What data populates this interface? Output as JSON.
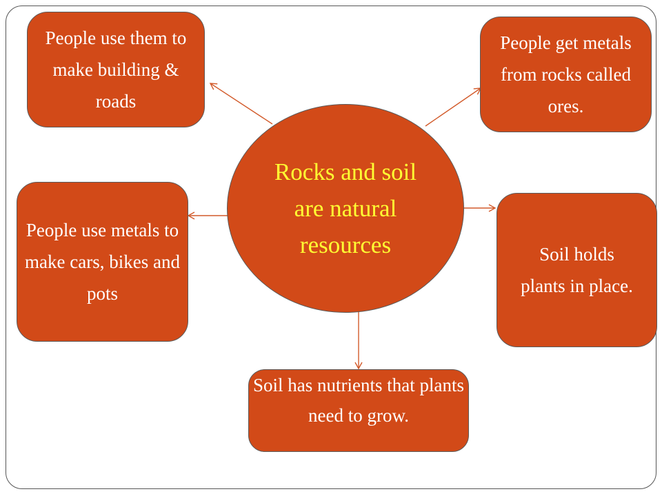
{
  "colors": {
    "fill": "#d24a18",
    "center_text": "#ffff33",
    "box_text": "#ffffff",
    "connector": "#d25a2a"
  },
  "center": {
    "text": "Rocks and soil are natural resources"
  },
  "nodes": {
    "building_roads": "People use them to make building & roads",
    "metals_ores": "People get metals from rocks called ores.",
    "metals_products": "People use metals to make cars, bikes and pots",
    "holds_plants": "Soil holds plants in place.",
    "nutrients": "Soil has nutrients that plants need to grow."
  }
}
